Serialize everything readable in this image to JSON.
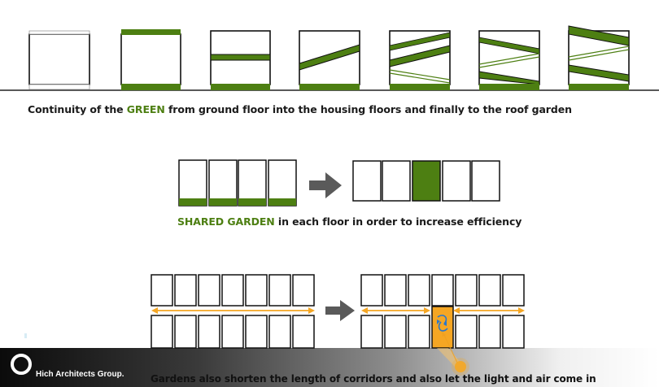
{
  "captions": {
    "continuity": {
      "before": "Continuity of the ",
      "highlight": "GREEN",
      "after": " from ground floor into the housing floors and finally to the roof garden"
    },
    "shared": {
      "highlight": "SHARED GARDEN",
      "after": " in each floor in order to increase efficiency"
    },
    "corridor": "Gardens also shorten the length of corridors and also let the light and air come in"
  },
  "footer": {
    "logo_text": "Hich Architects Group."
  },
  "colors": {
    "green": "#4d7f12",
    "orange": "#f5a623",
    "arrow_gray": "#5a5a5a",
    "text": "#1a1a1a"
  },
  "icons": {
    "logo": "ring-icon",
    "direction": "right-arrow-icon",
    "air_flow": "swirl-icon",
    "light": "sun-icon"
  }
}
